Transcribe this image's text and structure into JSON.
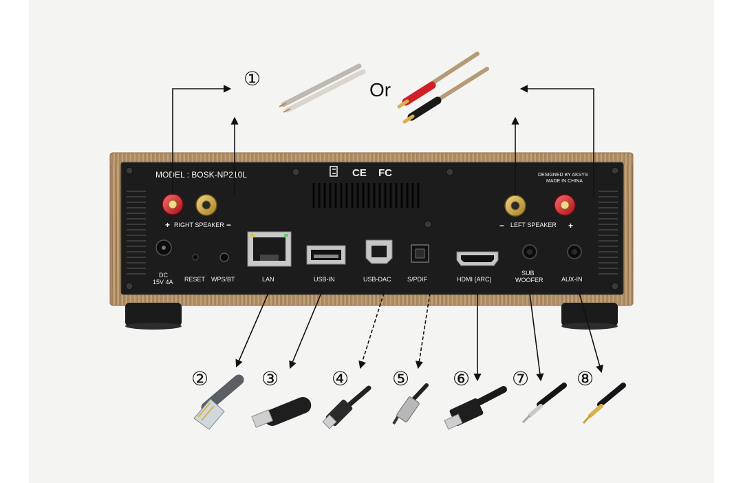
{
  "device": {
    "model_label": "MODEL : BOSK-NP210L",
    "designed_by": "DESIGNED BY AKSYS",
    "made_in": "MADE IN CHINA",
    "cert_ce": "CE",
    "cert_fc": "FC",
    "right_speaker_label": "RIGHT SPEAKER",
    "left_speaker_label": "LEFT SPEAKER",
    "plus": "+",
    "minus": "−",
    "dc_line1": "DC",
    "dc_line2": "15V 4A",
    "reset": "RESET",
    "wps_bt": "WPS/BT",
    "lan": "LAN",
    "usb_in": "USB-IN",
    "usb_dac": "USB-DAC",
    "spdif": "S/PDIF",
    "hdmi": "HDMI (ARC)",
    "sub_line1": "SUB",
    "sub_line2": "WOOFER",
    "aux_in": "AUX-IN"
  },
  "callouts": {
    "n1": "①",
    "or_label": "Or",
    "n2": "②",
    "n3": "③",
    "n4": "④",
    "n5": "⑤",
    "n6": "⑥",
    "n7": "⑦",
    "n8": "⑧"
  },
  "colors": {
    "background": "#f4f4f3",
    "panel": "#1c1c1d",
    "wood": "#b8956a",
    "red_terminal": "#c8202a",
    "gold_terminal": "#c9a23c",
    "arrow": "#111111"
  }
}
